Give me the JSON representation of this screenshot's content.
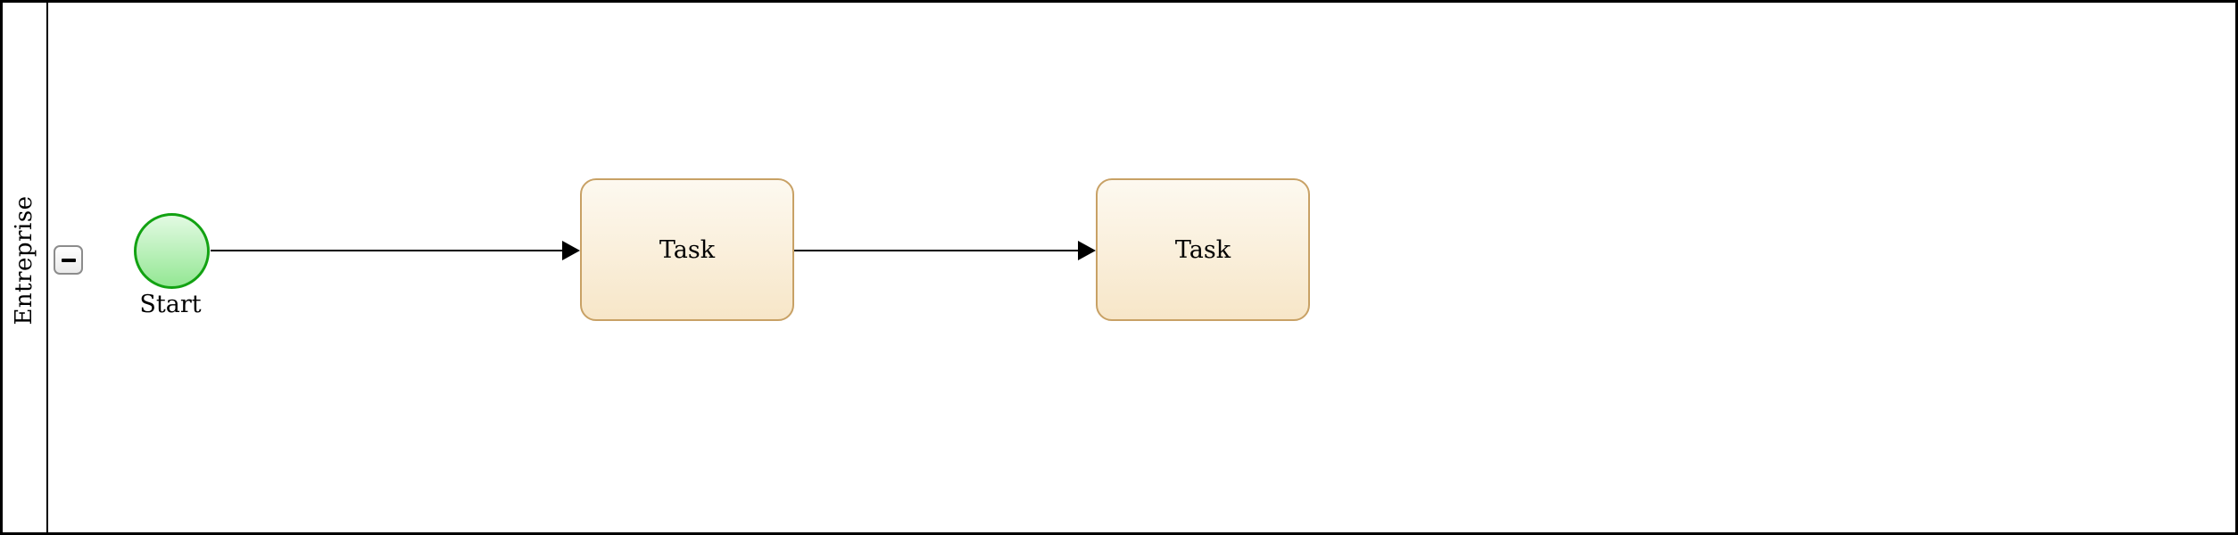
{
  "pool": {
    "name": "Entreprise"
  },
  "collapse_button": {
    "icon": "minus-icon",
    "glyph": "−"
  },
  "start_event": {
    "label": "Start"
  },
  "tasks": [
    {
      "label": "Task"
    },
    {
      "label": "Task"
    }
  ],
  "flows": [
    {
      "from": "start-event",
      "to": "task-1"
    },
    {
      "from": "task-1",
      "to": "task-2"
    }
  ],
  "colors": {
    "pool_border": "#000000",
    "lane_divider": "#000000",
    "start_event_stroke": "#12a212",
    "start_event_fill_top": "#e3fae3",
    "start_event_fill_bottom": "#94e794",
    "task_stroke": "#c8a165",
    "task_fill_top": "#fdf9f0",
    "task_fill_bottom": "#f7e6c8",
    "flow_stroke": "#000000",
    "collapse_button_border": "#8c8c8c",
    "background": "#ffffff"
  }
}
